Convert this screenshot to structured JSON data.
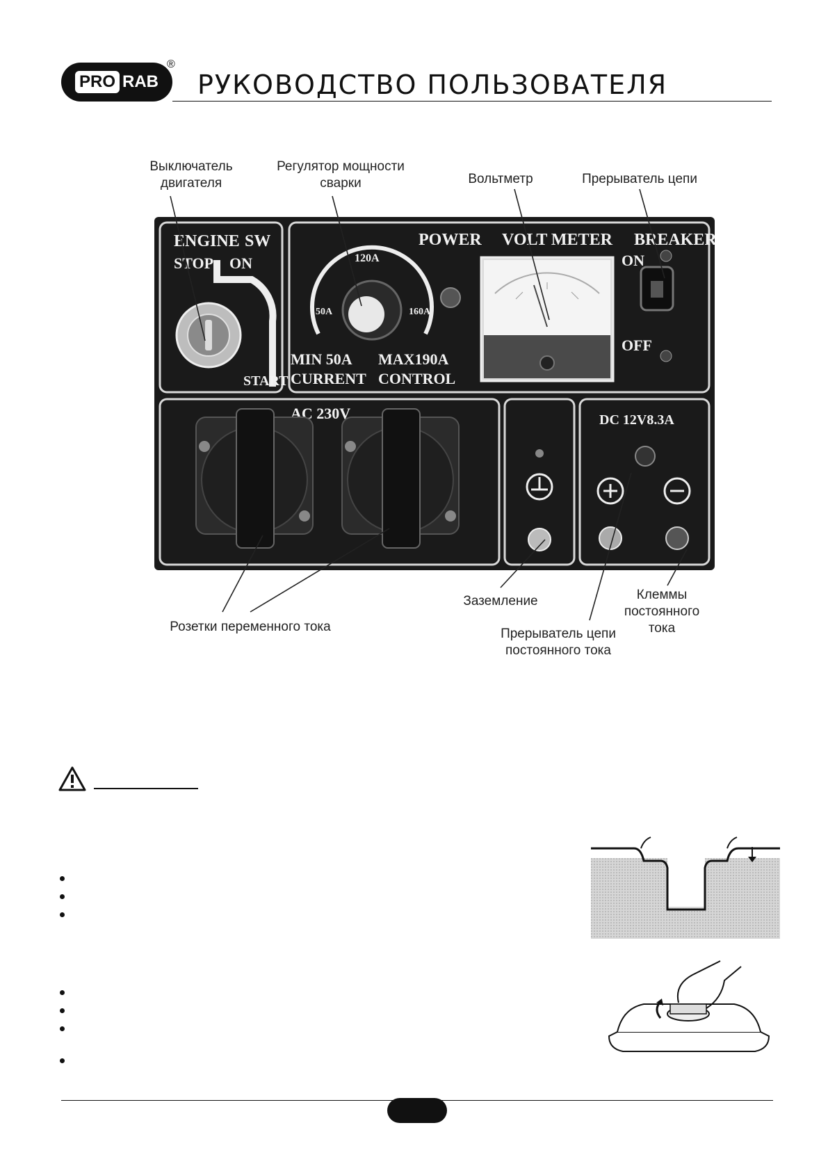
{
  "header": {
    "logo_left": "PRO",
    "logo_right": "RAB",
    "registered": "®",
    "title": "РУКОВОДСТВО ПОЛЬЗОВАТЕЛЯ"
  },
  "callouts": {
    "engine_switch": "Выключатель двигателя",
    "welding_regulator": "Регулятор мощности сварки",
    "voltmeter": "Вольтметр",
    "breaker": "Прерыватель цепи",
    "grounding": "Заземление",
    "ac_outlets": "Розетки переменного тока",
    "dc_breaker": "Прерыватель цепи постоянного тока",
    "dc_terminals": "Клеммы постоянного тока"
  },
  "panel": {
    "engine": "ENGINE",
    "sw": "SW",
    "stop": "STOP",
    "on": "ON",
    "start": "START",
    "power": "POWER",
    "volt_meter": "VOLT METER",
    "breaker": "BREAKER",
    "breaker_on": "ON",
    "breaker_off": "OFF",
    "dial_120": "120A",
    "dial_50": "50A",
    "dial_160": "160A",
    "min": "MIN 50A",
    "current": "CURRENT",
    "max": "MAX190A",
    "control": "CONTROL",
    "ac": "AC 230V",
    "dc": "DC 12V8.3A"
  },
  "page": {
    "number": ""
  },
  "colors": {
    "panel": "#1a1a1a",
    "ink": "#111111"
  }
}
